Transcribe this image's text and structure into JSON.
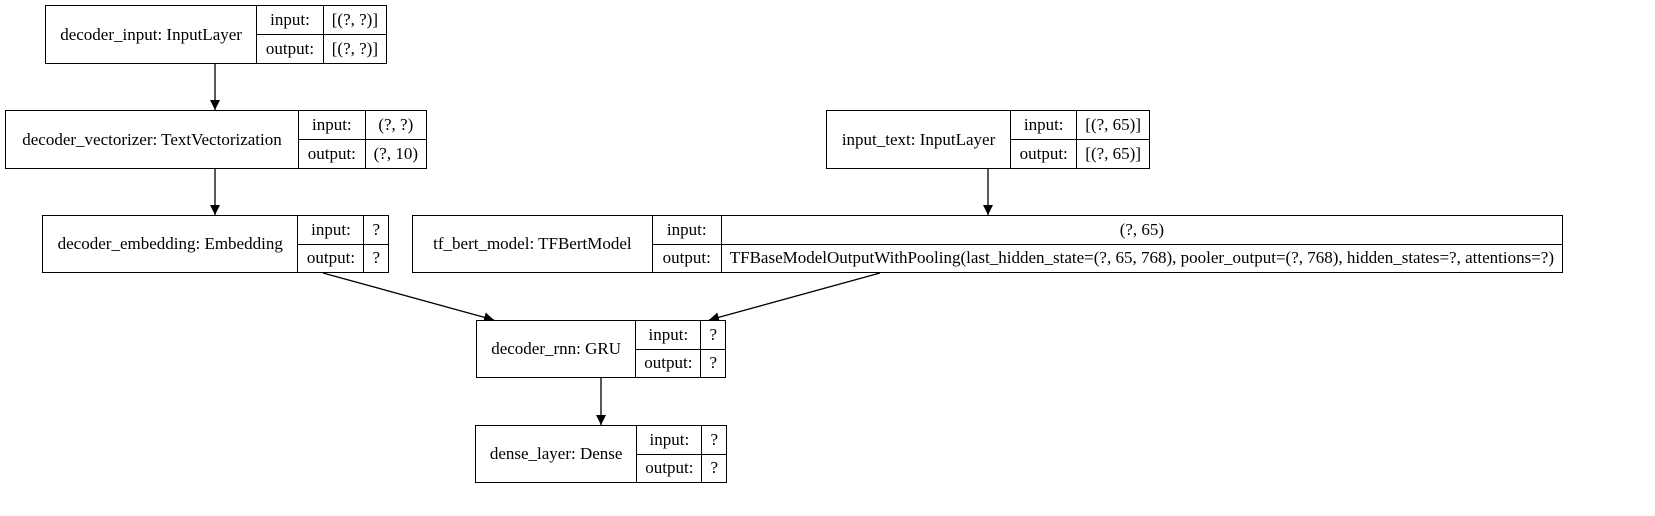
{
  "io_labels": {
    "input": "input:",
    "output": "output:"
  },
  "nodes": {
    "decoder_input": {
      "name": "decoder_input: InputLayer",
      "input": "[(?, ?)]",
      "output": "[(?, ?)]"
    },
    "decoder_vectorizer": {
      "name": "decoder_vectorizer: TextVectorization",
      "input": "(?, ?)",
      "output": "(?, 10)"
    },
    "input_text": {
      "name": "input_text: InputLayer",
      "input": "[(?, 65)]",
      "output": "[(?, 65)]"
    },
    "decoder_embedding": {
      "name": "decoder_embedding: Embedding",
      "input": "?",
      "output": "?"
    },
    "tf_bert_model": {
      "name": "tf_bert_model: TFBertModel",
      "input": "(?, 65)",
      "output": "TFBaseModelOutputWithPooling(last_hidden_state=(?, 65, 768), pooler_output=(?, 768), hidden_states=?, attentions=?)"
    },
    "decoder_rnn": {
      "name": "decoder_rnn: GRU",
      "input": "?",
      "output": "?"
    },
    "dense_layer": {
      "name": "dense_layer: Dense",
      "input": "?",
      "output": "?"
    }
  },
  "edges": [
    [
      "decoder_input",
      "decoder_vectorizer"
    ],
    [
      "decoder_vectorizer",
      "decoder_embedding"
    ],
    [
      "input_text",
      "tf_bert_model"
    ],
    [
      "decoder_embedding",
      "decoder_rnn"
    ],
    [
      "tf_bert_model",
      "decoder_rnn"
    ],
    [
      "decoder_rnn",
      "dense_layer"
    ]
  ]
}
